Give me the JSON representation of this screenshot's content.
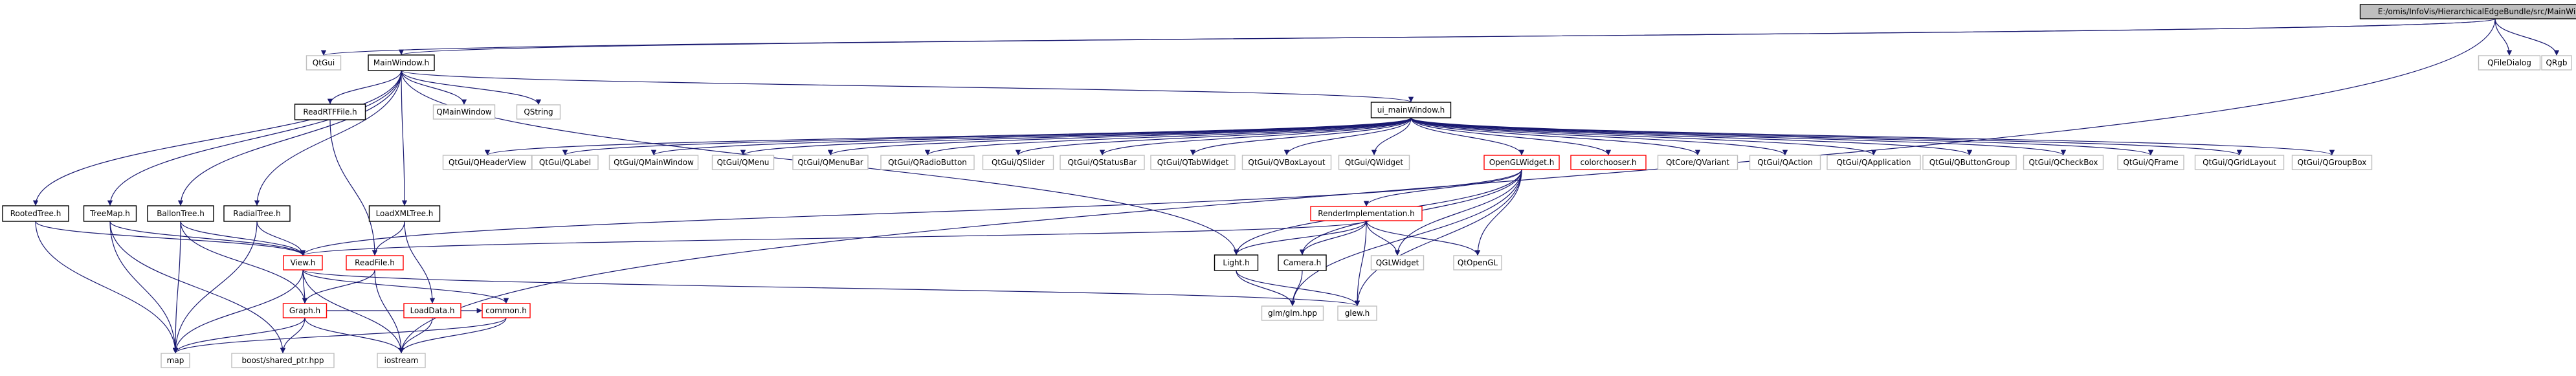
{
  "diagram": {
    "style": {
      "edge_color": "#191970",
      "root_fill": "#bfbfbf",
      "box_black": "#000000",
      "box_gray": "#bfbfbf",
      "box_red": "#ff0000",
      "label_color": "#000000"
    },
    "nodes": [
      {
        "id": "root",
        "label": "E:/omis/InfoVis/HierarchicalEdgeBundle/src/MainWindow.cpp",
        "kind": "root"
      },
      {
        "id": "qtgui",
        "label": "QtGui",
        "kind": "gray"
      },
      {
        "id": "mainwindow_h",
        "label": "MainWindow.h",
        "kind": "black"
      },
      {
        "id": "qfiledialog",
        "label": "QFileDialog",
        "kind": "gray"
      },
      {
        "id": "qrgb",
        "label": "QRgb",
        "kind": "gray"
      },
      {
        "id": "readrtffile_h",
        "label": "ReadRTFFile.h",
        "kind": "black"
      },
      {
        "id": "qmainwindow",
        "label": "QMainWindow",
        "kind": "gray"
      },
      {
        "id": "qstring",
        "label": "QString",
        "kind": "gray"
      },
      {
        "id": "ui_mainwindow_h",
        "label": "ui_mainWindow.h",
        "kind": "black"
      },
      {
        "id": "qtgui_qheaderview",
        "label": "QtGui/QHeaderView",
        "kind": "gray"
      },
      {
        "id": "qtgui_qlabel",
        "label": "QtGui/QLabel",
        "kind": "gray"
      },
      {
        "id": "qtgui_qmainwindow",
        "label": "QtGui/QMainWindow",
        "kind": "gray"
      },
      {
        "id": "qtgui_qmenu",
        "label": "QtGui/QMenu",
        "kind": "gray"
      },
      {
        "id": "qtgui_qmenubar",
        "label": "QtGui/QMenuBar",
        "kind": "gray"
      },
      {
        "id": "qtgui_qradiobutton",
        "label": "QtGui/QRadioButton",
        "kind": "gray"
      },
      {
        "id": "qtgui_qslider",
        "label": "QtGui/QSlider",
        "kind": "gray"
      },
      {
        "id": "qtgui_qstatusbar",
        "label": "QtGui/QStatusBar",
        "kind": "gray"
      },
      {
        "id": "qtgui_qtabwidget",
        "label": "QtGui/QTabWidget",
        "kind": "gray"
      },
      {
        "id": "qtgui_qvboxlayout",
        "label": "QtGui/QVBoxLayout",
        "kind": "gray"
      },
      {
        "id": "qtgui_qwidget",
        "label": "QtGui/QWidget",
        "kind": "gray"
      },
      {
        "id": "openglwidget_h",
        "label": "OpenGLWidget.h",
        "kind": "red"
      },
      {
        "id": "colorchooser_h",
        "label": "colorchooser.h",
        "kind": "red"
      },
      {
        "id": "qtcore_qvariant",
        "label": "QtCore/QVariant",
        "kind": "gray"
      },
      {
        "id": "qtgui_qaction",
        "label": "QtGui/QAction",
        "kind": "gray"
      },
      {
        "id": "qtgui_qapplication",
        "label": "QtGui/QApplication",
        "kind": "gray"
      },
      {
        "id": "qtgui_qbuttongroup",
        "label": "QtGui/QButtonGroup",
        "kind": "gray"
      },
      {
        "id": "qtgui_qcheckbox",
        "label": "QtGui/QCheckBox",
        "kind": "gray"
      },
      {
        "id": "qtgui_qframe",
        "label": "QtGui/QFrame",
        "kind": "gray"
      },
      {
        "id": "qtgui_qgridlayout",
        "label": "QtGui/QGridLayout",
        "kind": "gray"
      },
      {
        "id": "qtgui_qgroupbox",
        "label": "QtGui/QGroupBox",
        "kind": "gray"
      },
      {
        "id": "rootedtree_h",
        "label": "RootedTree.h",
        "kind": "black"
      },
      {
        "id": "treemap_h",
        "label": "TreeMap.h",
        "kind": "black"
      },
      {
        "id": "balloontree_h",
        "label": "BallonTree.h",
        "kind": "black"
      },
      {
        "id": "radialtree_h",
        "label": "RadialTree.h",
        "kind": "black"
      },
      {
        "id": "loadxmltree_h",
        "label": "LoadXMLTree.h",
        "kind": "black"
      },
      {
        "id": "readfile_h",
        "label": "ReadFile.h",
        "kind": "red"
      },
      {
        "id": "renderimplementation_h",
        "label": "RenderImplementation.h",
        "kind": "red"
      },
      {
        "id": "view_h",
        "label": "View.h",
        "kind": "red"
      },
      {
        "id": "light_h",
        "label": "Light.h",
        "kind": "black"
      },
      {
        "id": "camera_h",
        "label": "Camera.h",
        "kind": "black"
      },
      {
        "id": "qglwidget",
        "label": "QGLWidget",
        "kind": "gray"
      },
      {
        "id": "qtopengl",
        "label": "QtOpenGL",
        "kind": "gray"
      },
      {
        "id": "graph_h",
        "label": "Graph.h",
        "kind": "red"
      },
      {
        "id": "loaddata_h",
        "label": "LoadData.h",
        "kind": "red"
      },
      {
        "id": "common_h",
        "label": "common.h",
        "kind": "red"
      },
      {
        "id": "glm_glm_hpp",
        "label": "glm/glm.hpp",
        "kind": "gray"
      },
      {
        "id": "glew_h",
        "label": "glew.h",
        "kind": "gray"
      },
      {
        "id": "map",
        "label": "map",
        "kind": "gray"
      },
      {
        "id": "boost_shared_ptr_hpp",
        "label": "boost/shared_ptr.hpp",
        "kind": "gray"
      },
      {
        "id": "iostream",
        "label": "iostream",
        "kind": "gray"
      }
    ],
    "edges": [
      [
        "root",
        "qtgui"
      ],
      [
        "root",
        "mainwindow_h"
      ],
      [
        "root",
        "qfiledialog"
      ],
      [
        "root",
        "qrgb"
      ],
      [
        "root",
        "iostream"
      ],
      [
        "mainwindow_h",
        "readrtffile_h"
      ],
      [
        "mainwindow_h",
        "qmainwindow"
      ],
      [
        "mainwindow_h",
        "qstring"
      ],
      [
        "mainwindow_h",
        "ui_mainwindow_h"
      ],
      [
        "mainwindow_h",
        "rootedtree_h"
      ],
      [
        "mainwindow_h",
        "treemap_h"
      ],
      [
        "mainwindow_h",
        "balloontree_h"
      ],
      [
        "mainwindow_h",
        "radialtree_h"
      ],
      [
        "mainwindow_h",
        "loadxmltree_h"
      ],
      [
        "mainwindow_h",
        "light_h"
      ],
      [
        "readrtffile_h",
        "readfile_h"
      ],
      [
        "ui_mainwindow_h",
        "qtgui_qheaderview"
      ],
      [
        "ui_mainwindow_h",
        "qtgui_qlabel"
      ],
      [
        "ui_mainwindow_h",
        "qtgui_qmainwindow"
      ],
      [
        "ui_mainwindow_h",
        "qtgui_qmenu"
      ],
      [
        "ui_mainwindow_h",
        "qtgui_qmenubar"
      ],
      [
        "ui_mainwindow_h",
        "qtgui_qradiobutton"
      ],
      [
        "ui_mainwindow_h",
        "qtgui_qslider"
      ],
      [
        "ui_mainwindow_h",
        "qtgui_qstatusbar"
      ],
      [
        "ui_mainwindow_h",
        "qtgui_qtabwidget"
      ],
      [
        "ui_mainwindow_h",
        "qtgui_qvboxlayout"
      ],
      [
        "ui_mainwindow_h",
        "qtgui_qwidget"
      ],
      [
        "ui_mainwindow_h",
        "openglwidget_h"
      ],
      [
        "ui_mainwindow_h",
        "colorchooser_h"
      ],
      [
        "ui_mainwindow_h",
        "qtcore_qvariant"
      ],
      [
        "ui_mainwindow_h",
        "qtgui_qaction"
      ],
      [
        "ui_mainwindow_h",
        "qtgui_qapplication"
      ],
      [
        "ui_mainwindow_h",
        "qtgui_qbuttongroup"
      ],
      [
        "ui_mainwindow_h",
        "qtgui_qcheckbox"
      ],
      [
        "ui_mainwindow_h",
        "qtgui_qframe"
      ],
      [
        "ui_mainwindow_h",
        "qtgui_qgridlayout"
      ],
      [
        "ui_mainwindow_h",
        "qtgui_qgroupbox"
      ],
      [
        "openglwidget_h",
        "renderimplementation_h"
      ],
      [
        "openglwidget_h",
        "view_h"
      ],
      [
        "openglwidget_h",
        "light_h"
      ],
      [
        "openglwidget_h",
        "camera_h"
      ],
      [
        "openglwidget_h",
        "qglwidget"
      ],
      [
        "openglwidget_h",
        "qtopengl"
      ],
      [
        "openglwidget_h",
        "glm_glm_hpp"
      ],
      [
        "openglwidget_h",
        "glew_h"
      ],
      [
        "renderimplementation_h",
        "view_h"
      ],
      [
        "renderimplementation_h",
        "light_h"
      ],
      [
        "renderimplementation_h",
        "camera_h"
      ],
      [
        "renderimplementation_h",
        "qglwidget"
      ],
      [
        "renderimplementation_h",
        "qtopengl"
      ],
      [
        "renderimplementation_h",
        "glew_h"
      ],
      [
        "rootedtree_h",
        "view_h"
      ],
      [
        "rootedtree_h",
        "map"
      ],
      [
        "treemap_h",
        "view_h"
      ],
      [
        "treemap_h",
        "map"
      ],
      [
        "treemap_h",
        "boost_shared_ptr_hpp"
      ],
      [
        "balloontree_h",
        "view_h"
      ],
      [
        "balloontree_h",
        "graph_h"
      ],
      [
        "balloontree_h",
        "map"
      ],
      [
        "radialtree_h",
        "view_h"
      ],
      [
        "radialtree_h",
        "map"
      ],
      [
        "loadxmltree_h",
        "readfile_h"
      ],
      [
        "loadxmltree_h",
        "loaddata_h"
      ],
      [
        "readfile_h",
        "graph_h"
      ],
      [
        "readfile_h",
        "iostream"
      ],
      [
        "view_h",
        "graph_h"
      ],
      [
        "view_h",
        "common_h"
      ],
      [
        "view_h",
        "map"
      ],
      [
        "view_h",
        "iostream"
      ],
      [
        "view_h",
        "glew_h"
      ],
      [
        "light_h",
        "glm_glm_hpp"
      ],
      [
        "light_h",
        "glew_h"
      ],
      [
        "camera_h",
        "glm_glm_hpp"
      ],
      [
        "graph_h",
        "common_h"
      ],
      [
        "graph_h",
        "map"
      ],
      [
        "graph_h",
        "boost_shared_ptr_hpp"
      ],
      [
        "graph_h",
        "iostream"
      ],
      [
        "loaddata_h",
        "iostream"
      ],
      [
        "common_h",
        "map"
      ],
      [
        "common_h",
        "iostream"
      ]
    ]
  }
}
